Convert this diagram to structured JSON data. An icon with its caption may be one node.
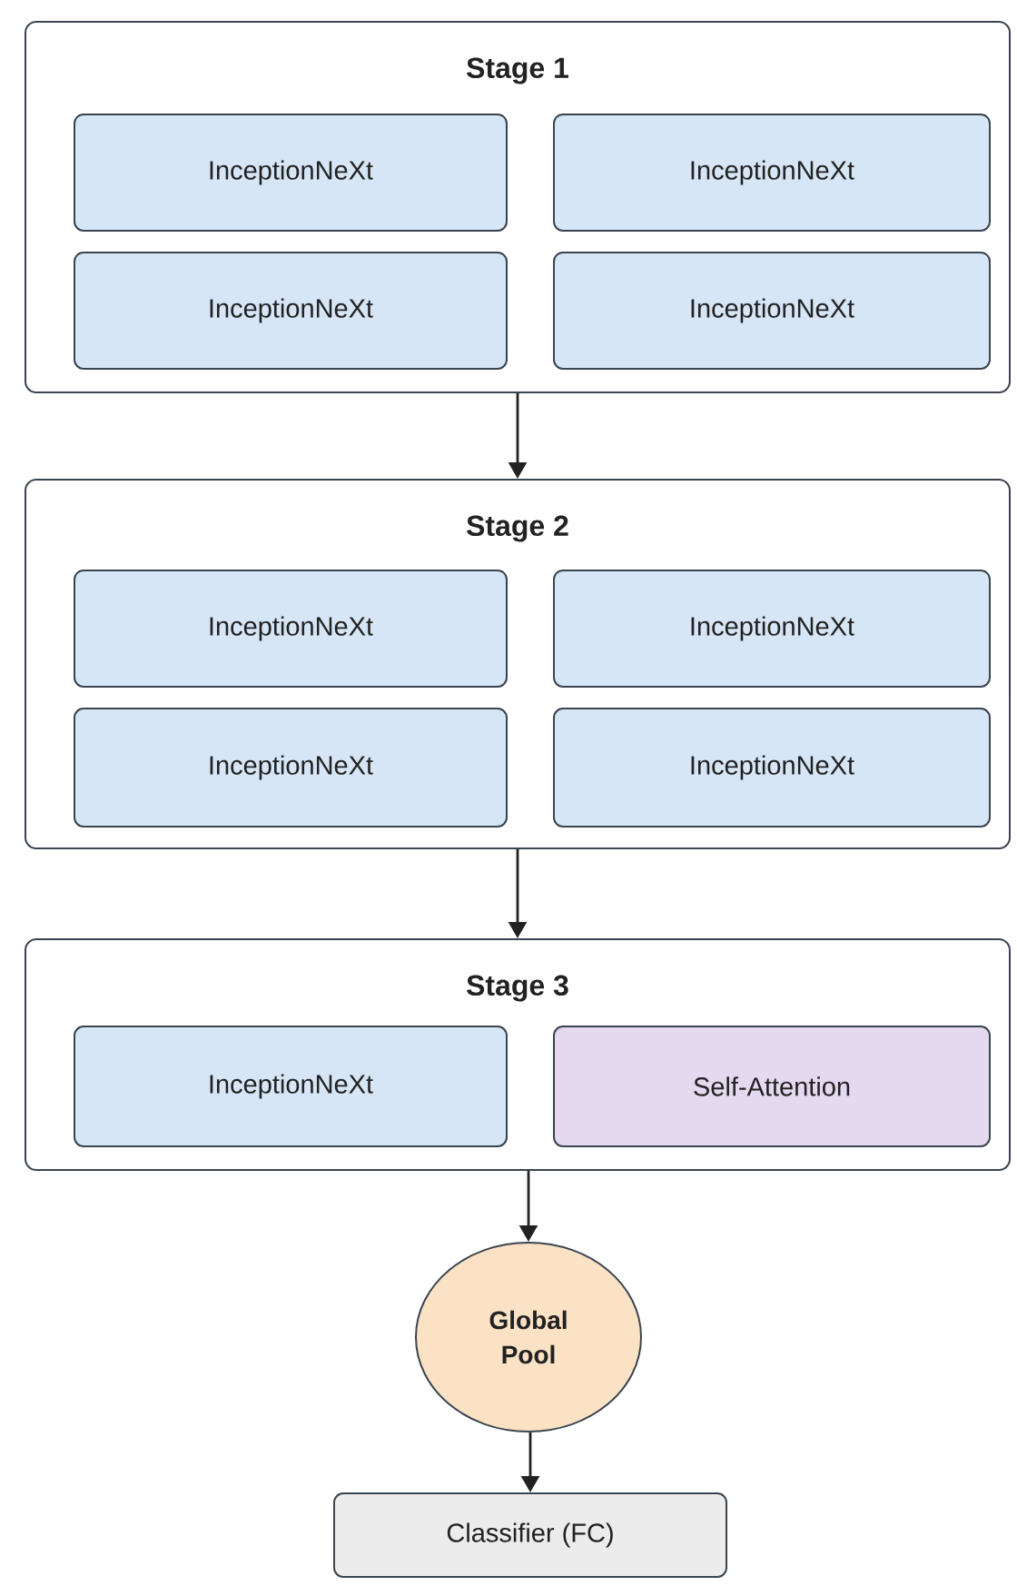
{
  "diagram": {
    "nodes": [
      {
        "text": [
          "Stage 1"
        ]
      },
      {
        "text": [
          "InceptionNeXt"
        ],
        "in": 0
      },
      {
        "text": [
          "InceptionNeXt"
        ],
        "in": 0
      },
      {
        "text": [
          "InceptionNeXt"
        ],
        "in": 0
      },
      {
        "text": [
          "InceptionNeXt"
        ],
        "in": 0
      },
      {
        "text": [
          "Stage 2"
        ]
      },
      {
        "text": [
          "InceptionNeXt"
        ],
        "in": 5
      },
      {
        "text": [
          "InceptionNeXt"
        ],
        "in": 5
      },
      {
        "text": [
          "InceptionNeXt"
        ],
        "in": 5
      },
      {
        "text": [
          "InceptionNeXt"
        ],
        "in": 5
      },
      {
        "text": [
          "Stage 3"
        ]
      },
      {
        "text": [
          "InceptionNeXt"
        ],
        "in": 10
      },
      {
        "text": [
          "Self-Attention"
        ],
        "in": 10
      },
      {
        "text": [
          "Global Pool"
        ]
      },
      {
        "text": [
          "Classifier (FC)"
        ]
      }
    ],
    "edges": [
      {
        "from": 0,
        "to": 5,
        "arrow": "to"
      },
      {
        "from": 5,
        "to": 10,
        "arrow": "to"
      },
      {
        "from": 10,
        "to": 13,
        "arrow": "to"
      },
      {
        "from": 13,
        "to": 14,
        "arrow": "to"
      }
    ]
  }
}
